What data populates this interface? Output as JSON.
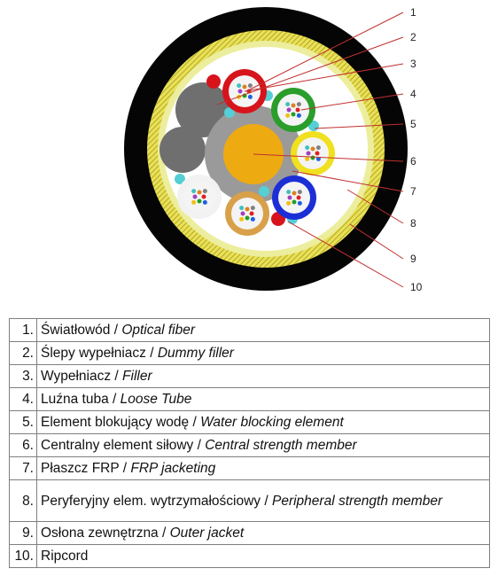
{
  "diagram": {
    "colors": {
      "jacket": "#050505",
      "strength_member": "#e8e15a",
      "frp": "#ecee9e",
      "core_bg": "#ffffff",
      "filler": "#6f6f6f",
      "central_member": "#eeaa11",
      "central_jacket": "#9a9a9a",
      "water_blocking": "#55cfd6",
      "leader_line": "#c03030",
      "tube_red": "#d7141c",
      "tube_green": "#2a9d2a",
      "tube_yellow": "#f0e020",
      "tube_blue": "#1c2fd6",
      "tube_orange": "#d9a04a",
      "tube_white": "#f2f2f2"
    },
    "callouts": [
      "1",
      "2",
      "3",
      "4",
      "5",
      "6",
      "7",
      "8",
      "9",
      "10"
    ]
  },
  "legend": [
    {
      "num": "1.",
      "pl": "Światłowód / ",
      "en": "Optical fiber"
    },
    {
      "num": "2.",
      "pl": "Ślepy wypełniacz / ",
      "en": "Dummy filler"
    },
    {
      "num": "3.",
      "pl": "Wypełniacz / ",
      "en": "Filler"
    },
    {
      "num": "4.",
      "pl": "Luźna tuba / ",
      "en": "Loose Tube"
    },
    {
      "num": "5.",
      "pl": "Element blokujący wodę / ",
      "en": "Water blocking element"
    },
    {
      "num": "6.",
      "pl": "Centralny element siłowy / ",
      "en": "Central strength member"
    },
    {
      "num": "7.",
      "pl": "Płaszcz FRP / ",
      "en": "FRP jacketing"
    },
    {
      "num": "8.",
      "pl": "Peryferyjny elem. wytrzymałościowy / ",
      "en": "Peripheral strength member"
    },
    {
      "num": "9.",
      "pl": "Osłona zewnętrzna / ",
      "en": "Outer jacket"
    },
    {
      "num": "10.",
      "pl": "Ripcord",
      "en": ""
    }
  ]
}
